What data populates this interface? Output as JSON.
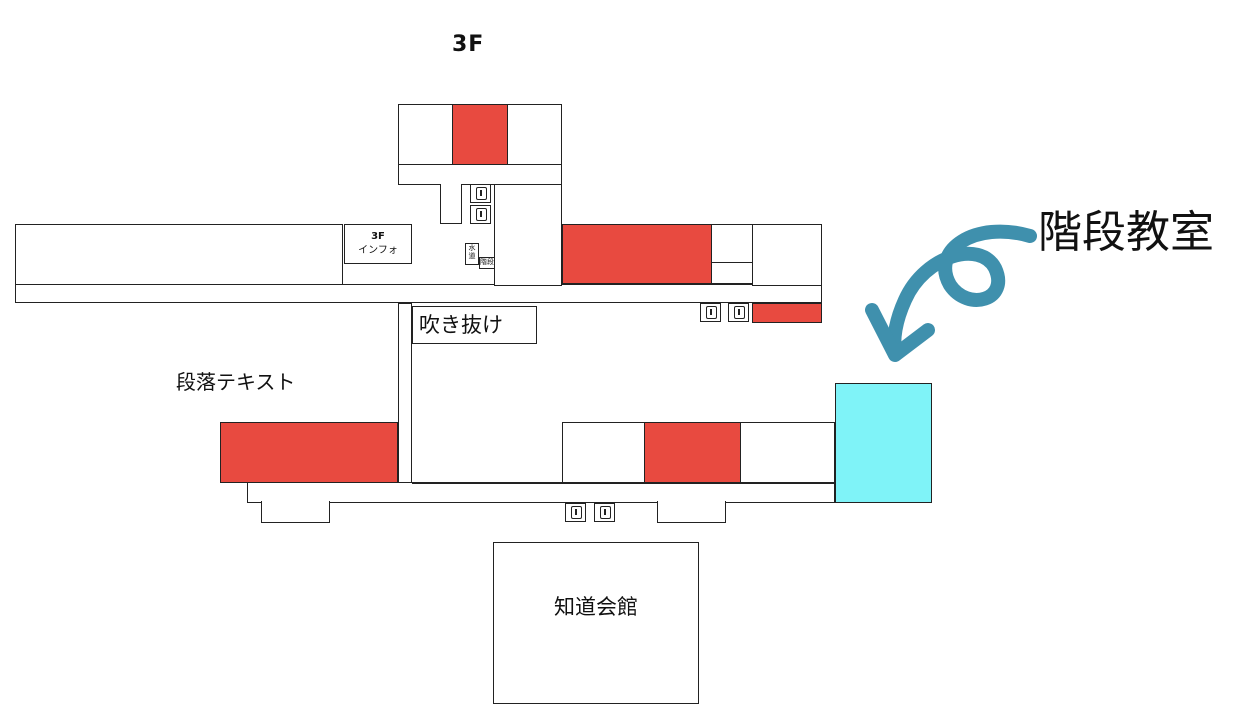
{
  "map": {
    "floor_title": "3F",
    "stair_room_label": "階段教室",
    "paragraph_placeholder": "段落テキスト",
    "atrium_label": "吹き抜け",
    "info_floor": "3F",
    "info_label": "インフォ",
    "hall_label": "知道会館",
    "water_label": "水道",
    "stairs_label": "階段",
    "colors": {
      "highlight_room": "#e84a40",
      "target_room": "#7ff3f8",
      "arrow": "#3f90ad"
    },
    "icons": [
      "restroom-icon",
      "curved-arrow-icon"
    ]
  }
}
